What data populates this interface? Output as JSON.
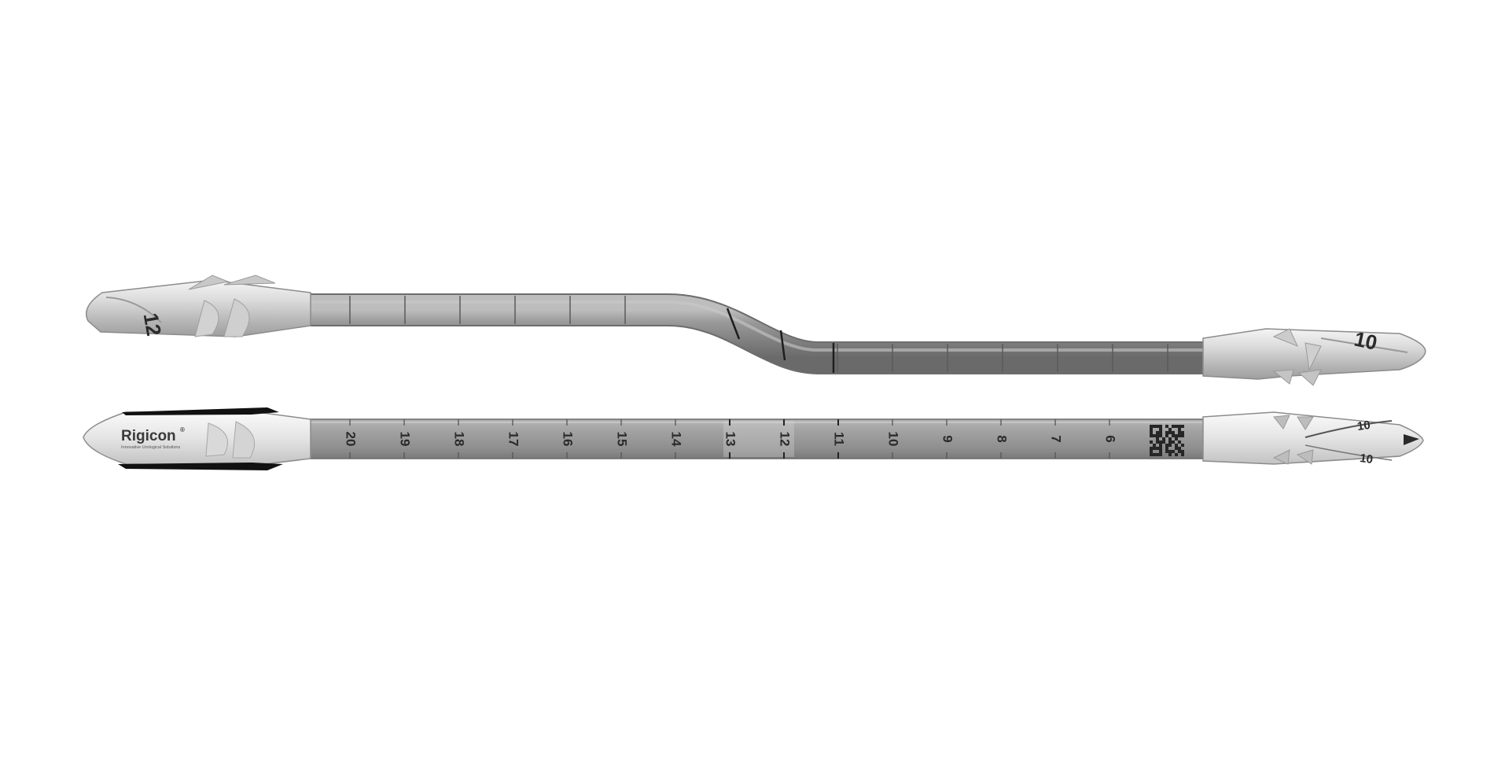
{
  "colors": {
    "background": "#ffffff",
    "shaft": "#8e8e8e",
    "shaft_dark": "#5e5e5e",
    "tip_light": "#e6e6e6",
    "tip_mid": "#b9b9b9",
    "band_black": "#111111",
    "text": "#2a2a2a"
  },
  "upper_dilator": {
    "left_tip_size": "12",
    "right_tip_size": "10"
  },
  "lower_dilator": {
    "brand_name": "Rigicon",
    "brand_mark": "®",
    "brand_tagline": "Innovative Urological Solutions",
    "right_tip_size_top": "10",
    "right_tip_size_bottom": "10",
    "scale_marks": [
      "20",
      "19",
      "18",
      "17",
      "16",
      "15",
      "14",
      "13",
      "12",
      "11",
      "10",
      "9",
      "8",
      "7",
      "6"
    ],
    "qr_code_icon": "qr-code-icon"
  }
}
